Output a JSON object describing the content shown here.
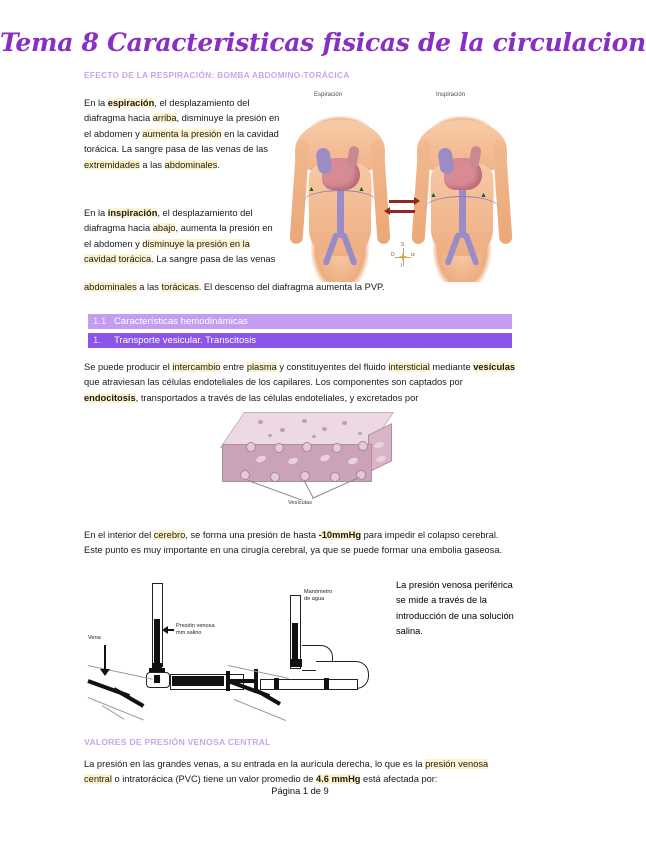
{
  "document": {
    "title": "Tema 8 Caracteristicas fisicas de la circulacion",
    "subtitle": "EFECTO DE LA RESPIRACIÓN: BOMBA ABDOMINO-TORÁCICA",
    "footer": "Página 1 de 9",
    "accent_purple": "#8a2fc4",
    "light_purple": "#c9a6e8",
    "bar_light": "#c49cf0",
    "bar_dark": "#8a55e8",
    "highlight_yellow": "#fdf3cf"
  },
  "paragraphs": {
    "espiracion": {
      "runs": [
        {
          "t": "En la ",
          "hl": false,
          "b": false
        },
        {
          "t": "espiración",
          "hl": true,
          "b": true
        },
        {
          "t": ", el desplazamiento del diafragma hacia ",
          "hl": false,
          "b": false
        },
        {
          "t": "arriba",
          "hl": true,
          "b": false
        },
        {
          "t": ", disminuye la presión en el abdomen y ",
          "hl": false,
          "b": false
        },
        {
          "t": "aumenta la presión",
          "hl": true,
          "b": false
        },
        {
          "t": " en la cavidad torácica. La sangre pasa de las venas de las ",
          "hl": false,
          "b": false
        },
        {
          "t": "extremidades",
          "hl": true,
          "b": false
        },
        {
          "t": " a las ",
          "hl": false,
          "b": false
        },
        {
          "t": "abdominales",
          "hl": true,
          "b": false
        },
        {
          "t": ".",
          "hl": false,
          "b": false
        }
      ]
    },
    "inspiracion": {
      "runs": [
        {
          "t": "En la ",
          "hl": false,
          "b": false
        },
        {
          "t": "inspiración",
          "hl": true,
          "b": true
        },
        {
          "t": ", el desplazamiento del diafragma hacia ",
          "hl": false,
          "b": false
        },
        {
          "t": "abajo",
          "hl": true,
          "b": false
        },
        {
          "t": ", aumenta la presión en el abdomen y ",
          "hl": false,
          "b": false
        },
        {
          "t": "disminuye la presión en la cavidad torácica",
          "hl": true,
          "b": false
        },
        {
          "t": ". La sangre pasa de las venas ",
          "hl": false,
          "b": false
        }
      ]
    },
    "inspiracion_cont": {
      "runs": [
        {
          "t": "abdominales",
          "hl": true,
          "b": false
        },
        {
          "t": " a las ",
          "hl": false,
          "b": false
        },
        {
          "t": "torácicas",
          "hl": true,
          "b": false
        },
        {
          "t": ". El descenso del diafragma aumenta la PVP.",
          "hl": false,
          "b": false
        }
      ]
    },
    "transcitosis": {
      "runs": [
        {
          "t": "Se puede producir el ",
          "hl": false,
          "b": false
        },
        {
          "t": "intercambio",
          "hl": true,
          "b": false
        },
        {
          "t": " entre ",
          "hl": false,
          "b": false
        },
        {
          "t": "plasma",
          "hl": true,
          "b": false
        },
        {
          "t": " y constituyentes del fluido ",
          "hl": false,
          "b": false
        },
        {
          "t": "intersticial",
          "hl": true,
          "b": false
        },
        {
          "t": " mediante ",
          "hl": false,
          "b": false
        },
        {
          "t": "vesículas",
          "hl": true,
          "b": true
        },
        {
          "t": " que atraviesan las células endoteliales de los capilares. Los componentes son captados por ",
          "hl": false,
          "b": false
        },
        {
          "t": "endocitosis",
          "hl": true,
          "b": true
        },
        {
          "t": ", transportados a través de las células endoteliales, y excretados por",
          "hl": false,
          "b": false
        }
      ]
    },
    "cerebro": {
      "runs": [
        {
          "t": "En el interior del ",
          "hl": false,
          "b": false
        },
        {
          "t": "cerebro",
          "hl": true,
          "b": false
        },
        {
          "t": ", se forma una presión de hasta ",
          "hl": false,
          "b": false
        },
        {
          "t": "-10mmHg",
          "hl": true,
          "b": true
        },
        {
          "t": " para impedir el colapso cerebral. Este punto es muy importante en una cirugía cerebral, ya que se puede formar una embolia gaseosa.",
          "hl": false,
          "b": false
        }
      ]
    },
    "pvc": {
      "runs": [
        {
          "t": "La presión en las grandes venas, a su entrada en la aurícula derecha, lo que es la ",
          "hl": false,
          "b": false
        },
        {
          "t": "presión venosa central",
          "hl": true,
          "b": false
        },
        {
          "t": " o intratorácica (PVC) tiene un valor promedio de ",
          "hl": false,
          "b": false
        },
        {
          "t": "4.6 mmHg",
          "hl": true,
          "b": true
        },
        {
          "t": " está afectada por:",
          "hl": false,
          "b": false
        }
      ]
    },
    "sidenote": {
      "runs": [
        {
          "t": "La presión venosa periférica se mide a través de la introducción de una solución salina.",
          "hl": false,
          "b": false
        }
      ]
    }
  },
  "sections": [
    {
      "number": "1.1",
      "label": "Características hemodinámicas"
    },
    {
      "number": "1.",
      "label": "Transporte vesicular. Transcitosis"
    }
  ],
  "headings": {
    "valores_pvc": "VALORES DE PRESIÓN VENOSA CENTRAL"
  },
  "figures": {
    "respiration": {
      "label_left": "Espiración",
      "label_right": "Inspiración",
      "compass": {
        "n": "S",
        "s": "I",
        "w": "D",
        "e": "Iz"
      }
    },
    "transcytosis": {
      "label": "Vesículas"
    },
    "manometer": {
      "vein_label": "Vena",
      "pressure_label_line1": "Presión venosa",
      "pressure_label_line2": "mm salino",
      "manometer_label_line1": "Manómetro",
      "manometer_label_line2": "de agua"
    }
  }
}
